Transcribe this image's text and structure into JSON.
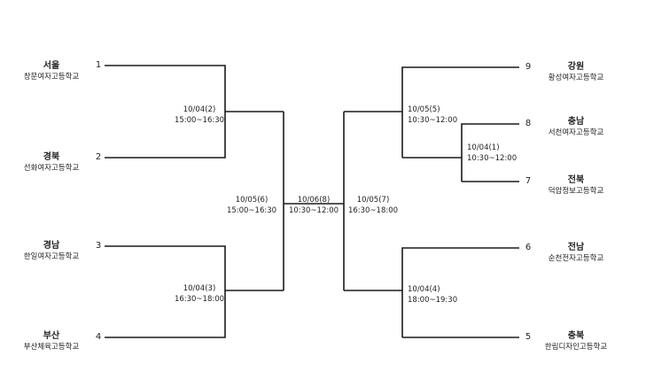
{
  "teams": [
    {
      "seed": "1",
      "region": "서울",
      "school": "창문여자고등학교"
    },
    {
      "seed": "2",
      "region": "경북",
      "school": "선화여자고등학교"
    },
    {
      "seed": "3",
      "region": "경남",
      "school": "한일여자고등학교"
    },
    {
      "seed": "4",
      "region": "부산",
      "school": "부산체육고등학교"
    },
    {
      "seed": "9",
      "region": "강원",
      "school": "황성여자고등학교"
    },
    {
      "seed": "8",
      "region": "충남",
      "school": "서천여자고등학교"
    },
    {
      "seed": "7",
      "region": "전북",
      "school": "덕암정보고등학교"
    },
    {
      "seed": "6",
      "region": "전남",
      "school": "순천전자고등학교"
    },
    {
      "seed": "5",
      "region": "충북",
      "school": "한림디자인고등학교"
    }
  ],
  "matches": {
    "m2": {
      "date": "10/04(2)",
      "time": "15:00~16:30"
    },
    "m3": {
      "date": "10/04(3)",
      "time": "16:30~18:00"
    },
    "m6": {
      "date": "10/05(6)",
      "time": "15:00~16:30"
    },
    "m8": {
      "date": "10/06(8)",
      "time": "10:30~12:00"
    },
    "m7": {
      "date": "10/05(7)",
      "time": "16:30~18:00"
    },
    "m5": {
      "date": "10/05(5)",
      "time": "10:30~12:00"
    },
    "m1": {
      "date": "10/04(1)",
      "time": "10:30~12:00"
    },
    "m4": {
      "date": "10/04(4)",
      "time": "18:00~19:30"
    }
  }
}
